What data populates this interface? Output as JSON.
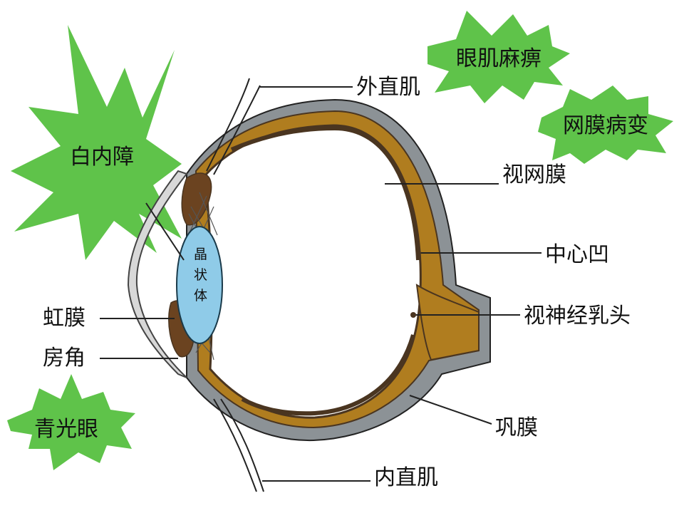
{
  "labels": {
    "lateral_rectus": "外直肌",
    "retina": "视网膜",
    "fovea": "中心凹",
    "optic_disc": "视神经乳头",
    "sclera": "巩膜",
    "medial_rectus": "内直肌",
    "iris": "虹膜",
    "angle": "房角",
    "lens": [
      "晶",
      "状",
      "体"
    ]
  },
  "conditions": {
    "cataract": "白内障",
    "ocular_muscle_palsy": "眼肌麻痹",
    "retinopathy": "网膜病变",
    "glaucoma": "青光眼"
  },
  "colors": {
    "burst_green": "#5fc34a",
    "sclera_gray": "#8c9296",
    "choroid_brown": "#b07d1f",
    "retina_dark": "#4a3520",
    "lens_blue": "#8fcbe8"
  }
}
